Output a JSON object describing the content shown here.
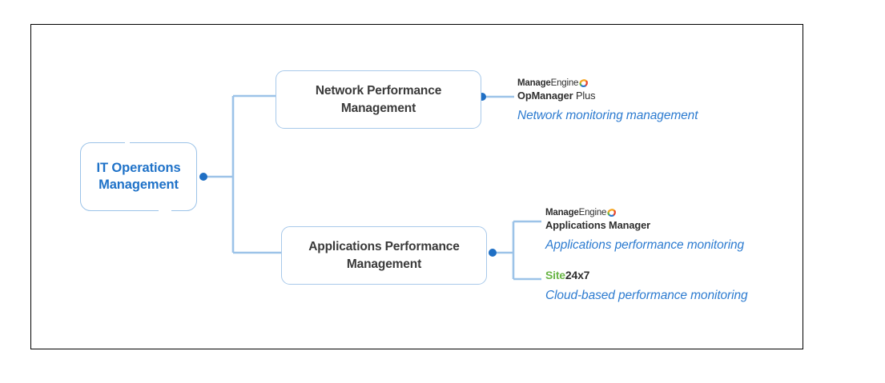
{
  "diagram": {
    "title_root": "IT Operations Management",
    "colors": {
      "root_text": "#1F72C8",
      "branch_text": "#3A3A3A",
      "connector": "#9CC3E8",
      "connector_dot": "#1F6FC4",
      "caption": "#2C7BD0",
      "site_green": "#68B545",
      "frame": "#000000"
    },
    "root": {
      "line1": "IT Operations",
      "line2": "Management"
    },
    "branches": [
      {
        "id": "npm",
        "line1": "Network Performance",
        "line2": "Management",
        "leaves": [
          {
            "id": "opmanager-plus",
            "brand_bold": "Manage",
            "brand_light": "Engine",
            "brand_icon": "manageengine-swoosh-icon",
            "product_strong": "OpManager",
            "product_light": "Plus",
            "caption": "Network monitoring management"
          }
        ]
      },
      {
        "id": "apm",
        "line1": "Applications Performance",
        "line2": "Management",
        "leaves": [
          {
            "id": "applications-manager",
            "brand_bold": "Manage",
            "brand_light": "Engine",
            "brand_icon": "manageengine-swoosh-icon",
            "product_strong": "Applications Manager",
            "product_light": "",
            "caption": "Applications performance monitoring"
          },
          {
            "id": "site24x7",
            "site_green": "Site",
            "site_dark": "24x7",
            "caption": "Cloud-based performance monitoring"
          }
        ]
      }
    ]
  }
}
